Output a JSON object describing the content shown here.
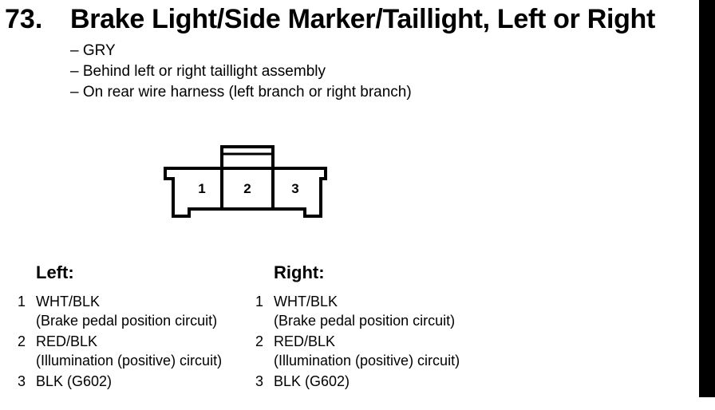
{
  "title": {
    "number": "73.",
    "text": "Brake Light/Side Marker/Taillight, Left or Right"
  },
  "info": [
    "– GRY",
    "– Behind left or right taillight assembly",
    "– On rear wire harness (left branch or right branch)"
  ],
  "connector": {
    "pins": [
      "1",
      "2",
      "3"
    ]
  },
  "left": {
    "heading": "Left:",
    "pins": [
      {
        "num": "1",
        "wire": "WHT/BLK",
        "desc": "(Brake pedal position circuit)"
      },
      {
        "num": "2",
        "wire": "RED/BLK",
        "desc": "(Illumination (positive) circuit)"
      },
      {
        "num": "3",
        "wire": "BLK (G602)",
        "desc": ""
      }
    ]
  },
  "right": {
    "heading": "Right:",
    "pins": [
      {
        "num": "1",
        "wire": "WHT/BLK",
        "desc": "(Brake pedal position circuit)"
      },
      {
        "num": "2",
        "wire": "RED/BLK",
        "desc": "(Illumination (positive) circuit)"
      },
      {
        "num": "3",
        "wire": "BLK (G602)",
        "desc": ""
      }
    ]
  }
}
